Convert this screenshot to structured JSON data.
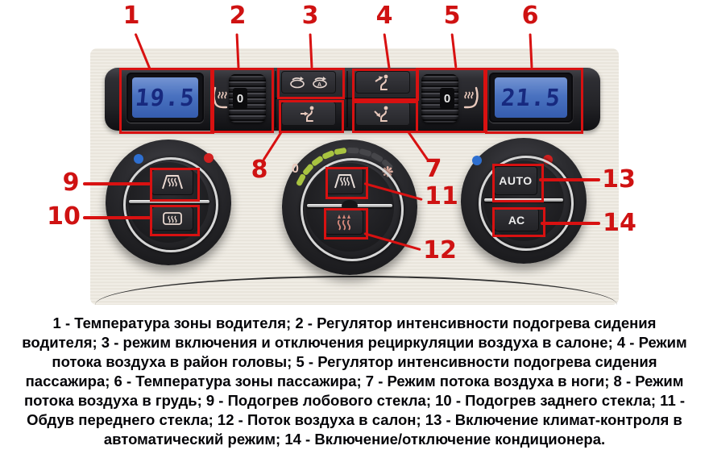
{
  "colors": {
    "annotation_red": "#d81111",
    "lcd_blue": "#4a72c0",
    "lcd_digit_navy": "#17297f",
    "icon_pink": "#e9c9bc",
    "cabin_icon_red": "#d4887b",
    "green_segment": "#a8c340",
    "knob_dot_blue": "#2e6fd0",
    "knob_dot_red": "#d02020"
  },
  "panel": {
    "driver_temp": "19.5",
    "passenger_temp": "21.5",
    "left_seat_heater_level": "0",
    "right_seat_heater_level": "0",
    "fan_scale_zero": "0",
    "auto_label": "AUTO",
    "ac_label": "AC"
  },
  "icons": {
    "fan_glyph": "❋"
  },
  "callouts": [
    {
      "label": "1"
    },
    {
      "label": "2"
    },
    {
      "label": "3"
    },
    {
      "label": "4"
    },
    {
      "label": "5"
    },
    {
      "label": "6"
    },
    {
      "label": "7"
    },
    {
      "label": "8"
    },
    {
      "label": "9"
    },
    {
      "label": "10"
    },
    {
      "label": "11"
    },
    {
      "label": "12"
    },
    {
      "label": "13"
    },
    {
      "label": "14"
    }
  ],
  "legend": {
    "lines": [
      "1 - Температура зоны водителя; 2 - Регулятор интенсивности подогрева сидения",
      "водителя; 3 - режим включения и отключения рециркуляции воздуха в салоне; 4 - Режим",
      "потока воздуха в район головы; 5 - Регулятор интенсивности подогрева сидения",
      "пассажира; 6 - Температура зоны пассажира; 7 - Режим потока воздуха в ноги; 8 - Режим",
      "потока воздуха в грудь; 9 - Подогрев лобового стекла; 10 - Подогрев заднего стекла; 11 -",
      "Обдув переднего стекла; 12 - Поток воздуха в салон; 13 - Включение климат-контроля в",
      "автоматический режим; 14 - Включение/отключение кондиционера."
    ],
    "items": [
      {
        "num": "1",
        "text": "Температура зоны водителя"
      },
      {
        "num": "2",
        "text": "Регулятор интенсивности подогрева сидения водителя"
      },
      {
        "num": "3",
        "text": "режим включения и отключения рециркуляции воздуха в салоне"
      },
      {
        "num": "4",
        "text": "Режим потока воздуха в район головы"
      },
      {
        "num": "5",
        "text": "Регулятор интенсивности подогрева сидения пассажира"
      },
      {
        "num": "6",
        "text": "Температура зоны пассажира"
      },
      {
        "num": "7",
        "text": "Режим потока воздуха в ноги"
      },
      {
        "num": "8",
        "text": "Режим потока воздуха в грудь"
      },
      {
        "num": "9",
        "text": "Подогрев лобового стекла"
      },
      {
        "num": "10",
        "text": "Подогрев заднего стекла"
      },
      {
        "num": "11",
        "text": "Обдув переднего стекла"
      },
      {
        "num": "12",
        "text": "Поток воздуха в салон"
      },
      {
        "num": "13",
        "text": "Включение климат-контроля в автоматический режим"
      },
      {
        "num": "14",
        "text": "Включение/отключение кондиционера."
      }
    ]
  }
}
